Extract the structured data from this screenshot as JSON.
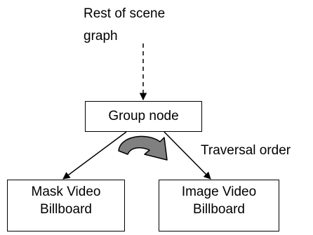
{
  "diagram": {
    "top_label": {
      "line1": "Rest of scene",
      "line2": "graph"
    },
    "group_node": {
      "label": "Group node"
    },
    "traversal_label": "Traversal order",
    "mask_node": {
      "line1": "Mask Video",
      "line2": "Billboard"
    },
    "image_node": {
      "line1": "Image Video",
      "line2": "Billboard"
    },
    "colors": {
      "stroke": "#000000",
      "traversal_arrow_fill": "#808080",
      "background": "#ffffff"
    }
  }
}
